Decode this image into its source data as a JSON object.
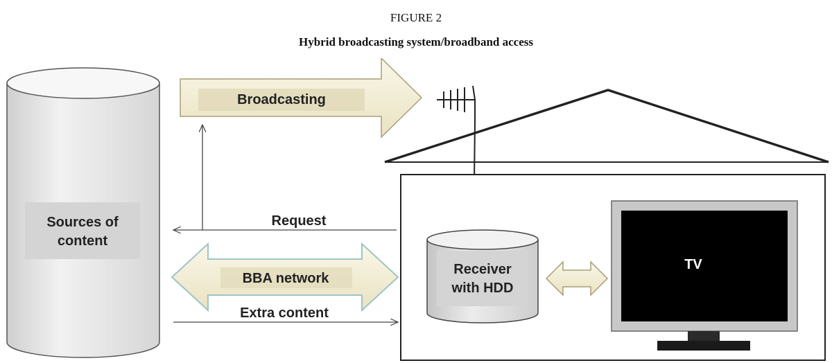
{
  "figure": {
    "number": "FIGURE 2",
    "title": "Hybrid broadcasting system/broadband access"
  },
  "diagram": {
    "sources_label": [
      "Sources of",
      "content"
    ],
    "broadcasting_label": "Broadcasting",
    "request_label": "Request",
    "bba_label": "BBA network",
    "extra_content_label": "Extra content",
    "receiver_label": [
      "Receiver",
      "with HDD"
    ],
    "tv_label": "TV"
  },
  "colors": {
    "cylinder_fill": "#ececec",
    "label_box": "#d4d4d4",
    "arrow_fill": "#f4f0dc",
    "bba_arrow_stroke": "#9ec4c6",
    "tv_frame": "#c8c8c8",
    "tv_screen": "#000000",
    "line": "#333333"
  }
}
